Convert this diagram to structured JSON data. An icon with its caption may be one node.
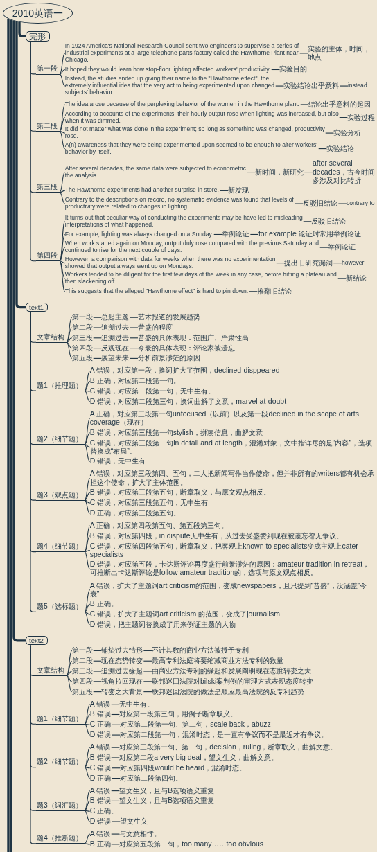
{
  "diagram": {
    "nodes": [
      {
        "text": [
          "2010英语一"
        ]
      },
      {
        "text": [
          "完形"
        ]
      },
      {
        "text": [
          "第一段"
        ]
      },
      {
        "text": [
          "In 1924 America's National Research Council sent two engineers to supervise a series of industrial experiments at a large telephone-parts factory called the Hawthorne Plant near Chicago."
        ]
      },
      {
        "text": [
          "实验的主体，时间，地点"
        ]
      },
      {
        "text": [
          "It hoped they would learn how stop-floor lighting affected workers' productivity."
        ]
      },
      {
        "text": [
          "实验目的"
        ]
      },
      {
        "text": [
          "Instead, the studies ended up giving their name to the \"Hawthorne effect\", the extremely influential idea that the very act to being experimented upon changed subjects' behavior."
        ]
      },
      {
        "text": [
          "实验结论出乎意料"
        ]
      },
      {
        "text": [
          "instead"
        ]
      },
      {
        "text": [
          "第二段"
        ]
      },
      {
        "text": [
          "The idea arose because of the perplexing behavior of the women in the Hawthorne plant."
        ]
      },
      {
        "text": [
          "结论出乎意料的起因"
        ]
      },
      {
        "text": [
          "According to accounts of the experiments, their hourly output rose when lighting was increased, but also when it was dimmed."
        ]
      },
      {
        "text": [
          "实验过程"
        ]
      },
      {
        "text": [
          "It did not matter what was done in the experiment; so long as something was changed, productivity rose."
        ]
      },
      {
        "text": [
          "实验分析"
        ]
      },
      {
        "text": [
          "A(n) awareness that they were being experimented upon seemed to be enough to alter workers' behavior by itself."
        ]
      },
      {
        "text": [
          "实验结论"
        ]
      },
      {
        "text": [
          "第三段"
        ]
      },
      {
        "text": [
          "After several decades, the same data were subjected to econometric the analysis."
        ]
      },
      {
        "text": [
          "新时间，新研究"
        ]
      },
      {
        "text": [
          "after several decades，古今时间多涉及对比转折"
        ]
      },
      {
        "text": [
          "The Hawthorne experiments had another surprise in store."
        ]
      },
      {
        "text": [
          "新发现"
        ]
      },
      {
        "text": [
          "Contrary to the descriptions on record, no systematic evidence was found that levels of productivity were related to changes in lighting."
        ]
      },
      {
        "text": [
          "反驳旧结论"
        ]
      },
      {
        "text": [
          "contrary to"
        ]
      },
      {
        "text": [
          "第四段"
        ]
      },
      {
        "text": [
          "It turns out that peculiar way of conducting the experiments may be have led to misleading interpretations of what happened."
        ]
      },
      {
        "text": [
          "反驳旧结论"
        ]
      },
      {
        "text": [
          "For example, lighting was always changed on a Sunday."
        ]
      },
      {
        "text": [
          "举例论证"
        ]
      },
      {
        "text": [
          "for example 论证时常用举例论证"
        ]
      },
      {
        "text": [
          "When work started again on Monday, output duly rose compared with the previous Saturday and continued to rise for the next couple of days."
        ]
      },
      {
        "text": [
          "举例论证"
        ]
      },
      {
        "text": [
          "However, a comparison with data for weeks when there was no experimentation showed that output always went up on Mondays."
        ]
      },
      {
        "text": [
          "提出旧研究漏洞"
        ]
      },
      {
        "text": [
          "however"
        ]
      },
      {
        "text": [
          "Workers tended to be diligent for the first few days of the week in any case, before hitting a plateau and then slackening off."
        ]
      },
      {
        "text": [
          "新结论"
        ]
      },
      {
        "text": [
          "This suggests that the alleged \"Hawthorne effect\" is hard to pin down."
        ]
      },
      {
        "text": [
          "推翻旧结论"
        ]
      },
      {
        "text": [
          "text1"
        ]
      },
      {
        "text": [
          "文章结构"
        ]
      },
      {
        "text": [
          "第一段"
        ]
      },
      {
        "text": [
          "总起主题"
        ]
      },
      {
        "text": [
          "艺术报道的发展趋势"
        ]
      },
      {
        "text": [
          "第二段"
        ]
      },
      {
        "text": [
          "追溯过去"
        ]
      },
      {
        "text": [
          "昔盛的程度"
        ]
      },
      {
        "text": [
          "第三段"
        ]
      },
      {
        "text": [
          "追溯过去"
        ]
      },
      {
        "text": [
          "昔盛的具体表现：范围广、严肃性高"
        ]
      },
      {
        "text": [
          "第四段"
        ]
      },
      {
        "text": [
          "反观现在"
        ]
      },
      {
        "text": [
          "今衰的具体表现：评论家被遗忘"
        ]
      },
      {
        "text": [
          "第五段"
        ]
      },
      {
        "text": [
          "展望未来"
        ]
      },
      {
        "text": [
          "分析前景渺茫的原因"
        ]
      },
      {
        "text": [
          "题1（推理题）"
        ]
      },
      {
        "text": [
          "A 错误，对应第一段，换词扩大了范围，declined-disppeared"
        ]
      },
      {
        "text": [
          "B 正确，对应第二段第一句。"
        ]
      },
      {
        "text": [
          "C 错误，对应第二段第一句，无中生有。"
        ]
      },
      {
        "text": [
          "D 错误，对应第二段第三句，换词曲解了文意，marvel at-doubt"
        ]
      },
      {
        "text": [
          "题2（细节题）"
        ]
      },
      {
        "text": [
          "A 正确，对应第三段第一句unfocused（以前）以及第一段declined in the scope of arts coverage（现在）"
        ]
      },
      {
        "text": [
          "B 错误，对应第三段第一句stylish，拼凑信息，曲解文意"
        ]
      },
      {
        "text": [
          "C 错误，对应第三段第二句in detail and at length，混淆对象，文中指详尽的是“内容”，选项替换成“布局”。"
        ]
      },
      {
        "text": [
          "D 错误，无中生有"
        ]
      },
      {
        "text": [
          "题3（观点题）"
        ]
      },
      {
        "text": [
          "A 错误，对应第三段第四、五句，二人把新闻写作当作使命，但并非所有的writers都有机会承担这个使命，扩大了主体范围。"
        ]
      },
      {
        "text": [
          "B 错误，对应第三段第五句，断章取义，与原文观点相反。"
        ]
      },
      {
        "text": [
          "C 错误，对应第三段第五句，无中生有"
        ]
      },
      {
        "text": [
          "D 正确，对应第三段第五句。"
        ]
      },
      {
        "text": [
          "题4（细节题）"
        ]
      },
      {
        "text": [
          "A 正确，对应第四段第五句、第五段第三句。"
        ]
      },
      {
        "text": [
          "B 错误，对应第四段，in dispute无中生有，从过去受盛赞到现在被遗忘都无争议。"
        ]
      },
      {
        "text": [
          "C 错误，对应第四段第五句，断章取义，把客观上known to specialists变成主观上cater specialists"
        ]
      },
      {
        "text": [
          "D 错误，对应第五段，卡达斯评论再度盛行前景渺茫的原因：amateur tradition in retreat，可推断出卡达斯评论是follow amateur tradition的，选项与原文观点相反。"
        ]
      },
      {
        "text": [
          "题5（选标题）"
        ]
      },
      {
        "text": [
          "A 错误，扩大了主题词art criticism的范围，变成newspapers，且只提到“昔盛”，没涵盖“今衰”"
        ]
      },
      {
        "text": [
          "B 正确。"
        ]
      },
      {
        "text": [
          "C 错误，扩大了主题词art criticism 的范围，变成了journalism"
        ]
      },
      {
        "text": [
          "D 错误，把主题词替换成了用来例证主题的人物"
        ]
      },
      {
        "text": [
          "text2"
        ]
      },
      {
        "text": [
          "文章结构"
        ]
      },
      {
        "text": [
          "第一段"
        ]
      },
      {
        "text": [
          "铺垫过去情形"
        ]
      },
      {
        "text": [
          "不计其数的商业方法被授予专利"
        ]
      },
      {
        "text": [
          "第二段"
        ]
      },
      {
        "text": [
          "现在态势转变"
        ]
      },
      {
        "text": [
          "最高专利法庭将要缩减商业方法专利的数量"
        ]
      },
      {
        "text": [
          "第三段"
        ]
      },
      {
        "text": [
          "追溯过去缘起"
        ]
      },
      {
        "text": [
          "由商业方法专利的缘起和发展阐明现在态度转变之大"
        ]
      },
      {
        "text": [
          "第四段"
        ]
      },
      {
        "text": [
          "视角拉回现在"
        ]
      },
      {
        "text": [
          "联邦巡回法院对bilski案判例的审理方式表现态度转变"
        ]
      },
      {
        "text": [
          "第五段"
        ]
      },
      {
        "text": [
          "转变之大背景"
        ]
      },
      {
        "text": [
          "联邦巡回法院的做法是顺应最高法院的反专利趋势"
        ]
      },
      {
        "text": [
          "题1（细节题）"
        ]
      },
      {
        "text": [
          "A 错误"
        ]
      },
      {
        "text": [
          "无中生有。"
        ]
      },
      {
        "text": [
          "B 错误"
        ]
      },
      {
        "text": [
          "对应第一段第三句，用例子断章取义。"
        ]
      },
      {
        "text": [
          "C 正确"
        ]
      },
      {
        "text": [
          "对应第二段第一句、第二句，scale back，abuzz"
        ]
      },
      {
        "text": [
          "D 错误"
        ]
      },
      {
        "text": [
          "对应第二段第一句，混淆时态，是一直有争议而不是最近才有争议。"
        ]
      },
      {
        "text": [
          "题2（细节题）"
        ]
      },
      {
        "text": [
          "A 错误"
        ]
      },
      {
        "text": [
          "对应第三段第一句、第二句，decision，ruling，断章取义，曲解文意。"
        ]
      },
      {
        "text": [
          "B 错误"
        ]
      },
      {
        "text": [
          "对应第二段a very big deal，望文生义，曲解文意。"
        ]
      },
      {
        "text": [
          "C 错误"
        ]
      },
      {
        "text": [
          "对应第四段would be heard，混淆时态。"
        ]
      },
      {
        "text": [
          "D 正确"
        ]
      },
      {
        "text": [
          "对应第二段第四句。"
        ]
      },
      {
        "text": [
          "题3（词汇题）"
        ]
      },
      {
        "text": [
          "A 错误"
        ]
      },
      {
        "text": [
          "望文生义，且与B选项语义重复"
        ]
      },
      {
        "text": [
          "B 错误"
        ]
      },
      {
        "text": [
          "望文生义，且与B选项语义重复"
        ]
      },
      {
        "text": [
          "C 正确。"
        ]
      },
      {
        "text": [
          "D 错误"
        ]
      },
      {
        "text": [
          "望文生义"
        ]
      },
      {
        "text": [
          "题4（推断题）"
        ]
      },
      {
        "text": [
          "A 错误"
        ]
      },
      {
        "text": [
          "与文意相悖。"
        ]
      },
      {
        "text": [
          "B 正确"
        ]
      },
      {
        "text": [
          "对应第五段第二句，too many……too obvious"
        ]
      }
    ],
    "edges": [
      {
        "from": 0,
        "to": 1,
        "arrow": "none",
        "style": "thick"
      },
      {
        "from": 1,
        "to": 2,
        "arrow": "none"
      },
      {
        "from": 2,
        "to": 3,
        "arrow": "none"
      },
      {
        "from": 3,
        "to": 4,
        "arrow": "none"
      },
      {
        "from": 2,
        "to": 5,
        "arrow": "none"
      },
      {
        "from": 5,
        "to": 6,
        "arrow": "none"
      },
      {
        "from": 2,
        "to": 7,
        "arrow": "none"
      },
      {
        "from": 7,
        "to": 8,
        "arrow": "none"
      },
      {
        "from": 8,
        "to": 9,
        "arrow": "none"
      },
      {
        "from": 1,
        "to": 10,
        "arrow": "none"
      },
      {
        "from": 10,
        "to": 11,
        "arrow": "none"
      },
      {
        "from": 11,
        "to": 12,
        "arrow": "none"
      },
      {
        "from": 10,
        "to": 13,
        "arrow": "none"
      },
      {
        "from": 13,
        "to": 14,
        "arrow": "none"
      },
      {
        "from": 10,
        "to": 15,
        "arrow": "none"
      },
      {
        "from": 15,
        "to": 16,
        "arrow": "none"
      },
      {
        "from": 10,
        "to": 17,
        "arrow": "none"
      },
      {
        "from": 17,
        "to": 18,
        "arrow": "none"
      },
      {
        "from": 1,
        "to": 19,
        "arrow": "none"
      },
      {
        "from": 19,
        "to": 20,
        "arrow": "none"
      },
      {
        "from": 20,
        "to": 21,
        "arrow": "none"
      },
      {
        "from": 21,
        "to": 22,
        "arrow": "none"
      },
      {
        "from": 19,
        "to": 23,
        "arrow": "none"
      },
      {
        "from": 23,
        "to": 24,
        "arrow": "none"
      },
      {
        "from": 19,
        "to": 25,
        "arrow": "none"
      },
      {
        "from": 25,
        "to": 26,
        "arrow": "none"
      },
      {
        "from": 26,
        "to": 27,
        "arrow": "none"
      },
      {
        "from": 1,
        "to": 28,
        "arrow": "none"
      },
      {
        "from": 28,
        "to": 29,
        "arrow": "none"
      },
      {
        "from": 29,
        "to": 30,
        "arrow": "none"
      },
      {
        "from": 28,
        "to": 31,
        "arrow": "none"
      },
      {
        "from": 31,
        "to": 32,
        "arrow": "none"
      },
      {
        "from": 32,
        "to": 33,
        "arrow": "none"
      },
      {
        "from": 28,
        "to": 34,
        "arrow": "none"
      },
      {
        "from": 34,
        "to": 35,
        "arrow": "none"
      },
      {
        "from": 28,
        "to": 36,
        "arrow": "none"
      },
      {
        "from": 36,
        "to": 37,
        "arrow": "none"
      },
      {
        "from": 37,
        "to": 38,
        "arrow": "none"
      },
      {
        "from": 28,
        "to": 39,
        "arrow": "none"
      },
      {
        "from": 39,
        "to": 40,
        "arrow": "none"
      },
      {
        "from": 28,
        "to": 41,
        "arrow": "none"
      },
      {
        "from": 41,
        "to": 42,
        "arrow": "none"
      },
      {
        "from": 0,
        "to": 43,
        "arrow": "none",
        "style": "thick"
      },
      {
        "from": 43,
        "to": 44,
        "arrow": "none"
      },
      {
        "from": 44,
        "to": 45,
        "arrow": "none"
      },
      {
        "from": 45,
        "to": 46,
        "arrow": "none"
      },
      {
        "from": 46,
        "to": 47,
        "arrow": "none"
      },
      {
        "from": 44,
        "to": 48,
        "arrow": "none"
      },
      {
        "from": 48,
        "to": 49,
        "arrow": "none"
      },
      {
        "from": 49,
        "to": 50,
        "arrow": "none"
      },
      {
        "from": 44,
        "to": 51,
        "arrow": "none"
      },
      {
        "from": 51,
        "to": 52,
        "arrow": "none"
      },
      {
        "from": 52,
        "to": 53,
        "arrow": "none"
      },
      {
        "from": 44,
        "to": 54,
        "arrow": "none"
      },
      {
        "from": 54,
        "to": 55,
        "arrow": "none"
      },
      {
        "from": 55,
        "to": 56,
        "arrow": "none"
      },
      {
        "from": 44,
        "to": 57,
        "arrow": "none"
      },
      {
        "from": 57,
        "to": 58,
        "arrow": "none"
      },
      {
        "from": 58,
        "to": 59,
        "arrow": "none"
      },
      {
        "from": 43,
        "to": 60,
        "arrow": "none"
      },
      {
        "from": 60,
        "to": 61,
        "arrow": "none"
      },
      {
        "from": 60,
        "to": 62,
        "arrow": "none"
      },
      {
        "from": 60,
        "to": 63,
        "arrow": "none"
      },
      {
        "from": 60,
        "to": 64,
        "arrow": "none"
      },
      {
        "from": 43,
        "to": 65,
        "arrow": "none"
      },
      {
        "from": 65,
        "to": 66,
        "arrow": "none"
      },
      {
        "from": 65,
        "to": 67,
        "arrow": "none"
      },
      {
        "from": 65,
        "to": 68,
        "arrow": "none"
      },
      {
        "from": 65,
        "to": 69,
        "arrow": "none"
      },
      {
        "from": 43,
        "to": 70,
        "arrow": "none"
      },
      {
        "from": 70,
        "to": 71,
        "arrow": "none"
      },
      {
        "from": 70,
        "to": 72,
        "arrow": "none"
      },
      {
        "from": 70,
        "to": 73,
        "arrow": "none"
      },
      {
        "from": 70,
        "to": 74,
        "arrow": "none"
      },
      {
        "from": 43,
        "to": 75,
        "arrow": "none"
      },
      {
        "from": 75,
        "to": 76,
        "arrow": "none"
      },
      {
        "from": 75,
        "to": 77,
        "arrow": "none"
      },
      {
        "from": 75,
        "to": 78,
        "arrow": "none"
      },
      {
        "from": 75,
        "to": 79,
        "arrow": "none"
      },
      {
        "from": 43,
        "to": 80,
        "arrow": "none"
      },
      {
        "from": 80,
        "to": 81,
        "arrow": "none"
      },
      {
        "from": 80,
        "to": 82,
        "arrow": "none"
      },
      {
        "from": 80,
        "to": 83,
        "arrow": "none"
      },
      {
        "from": 80,
        "to": 84,
        "arrow": "none"
      },
      {
        "from": 0,
        "to": 85,
        "arrow": "none",
        "style": "thick"
      },
      {
        "from": 85,
        "to": 86,
        "arrow": "none"
      },
      {
        "from": 86,
        "to": 87,
        "arrow": "none"
      },
      {
        "from": 87,
        "to": 88,
        "arrow": "none"
      },
      {
        "from": 88,
        "to": 89,
        "arrow": "none"
      },
      {
        "from": 86,
        "to": 90,
        "arrow": "none"
      },
      {
        "from": 90,
        "to": 91,
        "arrow": "none"
      },
      {
        "from": 91,
        "to": 92,
        "arrow": "none"
      },
      {
        "from": 86,
        "to": 93,
        "arrow": "none"
      },
      {
        "from": 93,
        "to": 94,
        "arrow": "none"
      },
      {
        "from": 94,
        "to": 95,
        "arrow": "none"
      },
      {
        "from": 86,
        "to": 96,
        "arrow": "none"
      },
      {
        "from": 96,
        "to": 97,
        "arrow": "none"
      },
      {
        "from": 97,
        "to": 98,
        "arrow": "none"
      },
      {
        "from": 86,
        "to": 99,
        "arrow": "none"
      },
      {
        "from": 99,
        "to": 100,
        "arrow": "none"
      },
      {
        "from": 100,
        "to": 101,
        "arrow": "none"
      },
      {
        "from": 85,
        "to": 102,
        "arrow": "none"
      },
      {
        "from": 102,
        "to": 103,
        "arrow": "none"
      },
      {
        "from": 103,
        "to": 104,
        "arrow": "none"
      },
      {
        "from": 102,
        "to": 105,
        "arrow": "none"
      },
      {
        "from": 105,
        "to": 106,
        "arrow": "none"
      },
      {
        "from": 102,
        "to": 107,
        "arrow": "none"
      },
      {
        "from": 107,
        "to": 108,
        "arrow": "none"
      },
      {
        "from": 102,
        "to": 109,
        "arrow": "none"
      },
      {
        "from": 109,
        "to": 110,
        "arrow": "none"
      },
      {
        "from": 85,
        "to": 111,
        "arrow": "none"
      },
      {
        "from": 111,
        "to": 112,
        "arrow": "none"
      },
      {
        "from": 112,
        "to": 113,
        "arrow": "none"
      },
      {
        "from": 111,
        "to": 114,
        "arrow": "none"
      },
      {
        "from": 114,
        "to": 115,
        "arrow": "none"
      },
      {
        "from": 111,
        "to": 116,
        "arrow": "none"
      },
      {
        "from": 116,
        "to": 117,
        "arrow": "none"
      },
      {
        "from": 111,
        "to": 118,
        "arrow": "none"
      },
      {
        "from": 118,
        "to": 119,
        "arrow": "none"
      },
      {
        "from": 85,
        "to": 120,
        "arrow": "none"
      },
      {
        "from": 120,
        "to": 121,
        "arrow": "none"
      },
      {
        "from": 121,
        "to": 122,
        "arrow": "none"
      },
      {
        "from": 120,
        "to": 123,
        "arrow": "none"
      },
      {
        "from": 123,
        "to": 124,
        "arrow": "none"
      },
      {
        "from": 120,
        "to": 125,
        "arrow": "none"
      },
      {
        "from": 120,
        "to": 126,
        "arrow": "none"
      },
      {
        "from": 126,
        "to": 127,
        "arrow": "none"
      },
      {
        "from": 85,
        "to": 128,
        "arrow": "none"
      },
      {
        "from": 128,
        "to": 129,
        "arrow": "none"
      },
      {
        "from": 129,
        "to": 130,
        "arrow": "none"
      },
      {
        "from": 128,
        "to": 131,
        "arrow": "none"
      },
      {
        "from": 131,
        "to": 132,
        "arrow": "none"
      },
      {
        "from": 0,
        "to": null,
        "arrow": "none",
        "style": "thick"
      },
      {
        "from": 0,
        "to": null,
        "arrow": "none",
        "style": "thick"
      }
    ]
  }
}
